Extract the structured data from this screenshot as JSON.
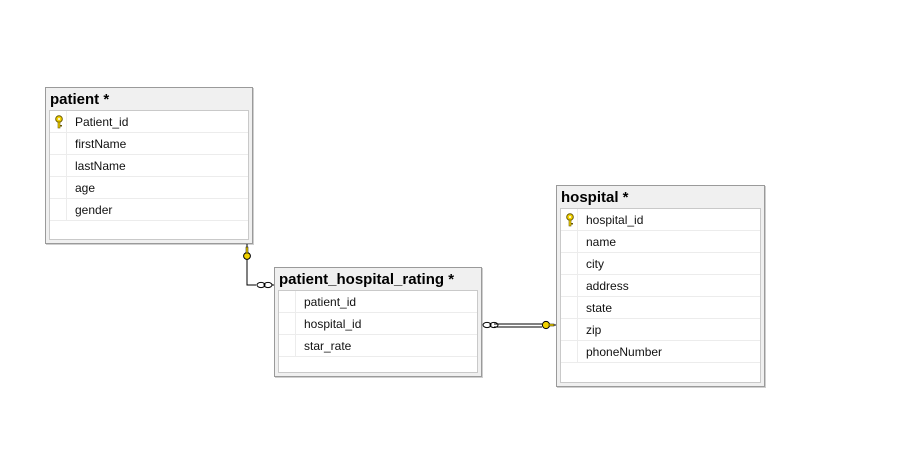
{
  "tables": {
    "patient": {
      "title": "patient *",
      "columns": [
        {
          "name": "Patient_id",
          "key": true
        },
        {
          "name": "firstName",
          "key": false
        },
        {
          "name": "lastName",
          "key": false
        },
        {
          "name": "age",
          "key": false
        },
        {
          "name": "gender",
          "key": false
        }
      ]
    },
    "rating": {
      "title": "patient_hospital_rating *",
      "columns": [
        {
          "name": "patient_id",
          "key": false
        },
        {
          "name": "hospital_id",
          "key": false
        },
        {
          "name": "star_rate",
          "key": false
        }
      ]
    },
    "hospital": {
      "title": "hospital *",
      "columns": [
        {
          "name": "hospital_id",
          "key": true
        },
        {
          "name": "name",
          "key": false
        },
        {
          "name": "city",
          "key": false
        },
        {
          "name": "address",
          "key": false
        },
        {
          "name": "state",
          "key": false
        },
        {
          "name": "zip",
          "key": false
        },
        {
          "name": "phoneNumber",
          "key": false
        }
      ]
    }
  },
  "relationships": [
    {
      "from": "patient",
      "to": "patient_hospital_rating",
      "one_end": "key-icon",
      "many_end": "infinity-icon"
    },
    {
      "from": "hospital",
      "to": "patient_hospital_rating",
      "one_end": "key-icon",
      "many_end": "infinity-icon"
    }
  ],
  "colors": {
    "key": "#f2d200",
    "line": "#000000",
    "border": "#9a9a9a",
    "header_bg": "#f0f0f0"
  }
}
